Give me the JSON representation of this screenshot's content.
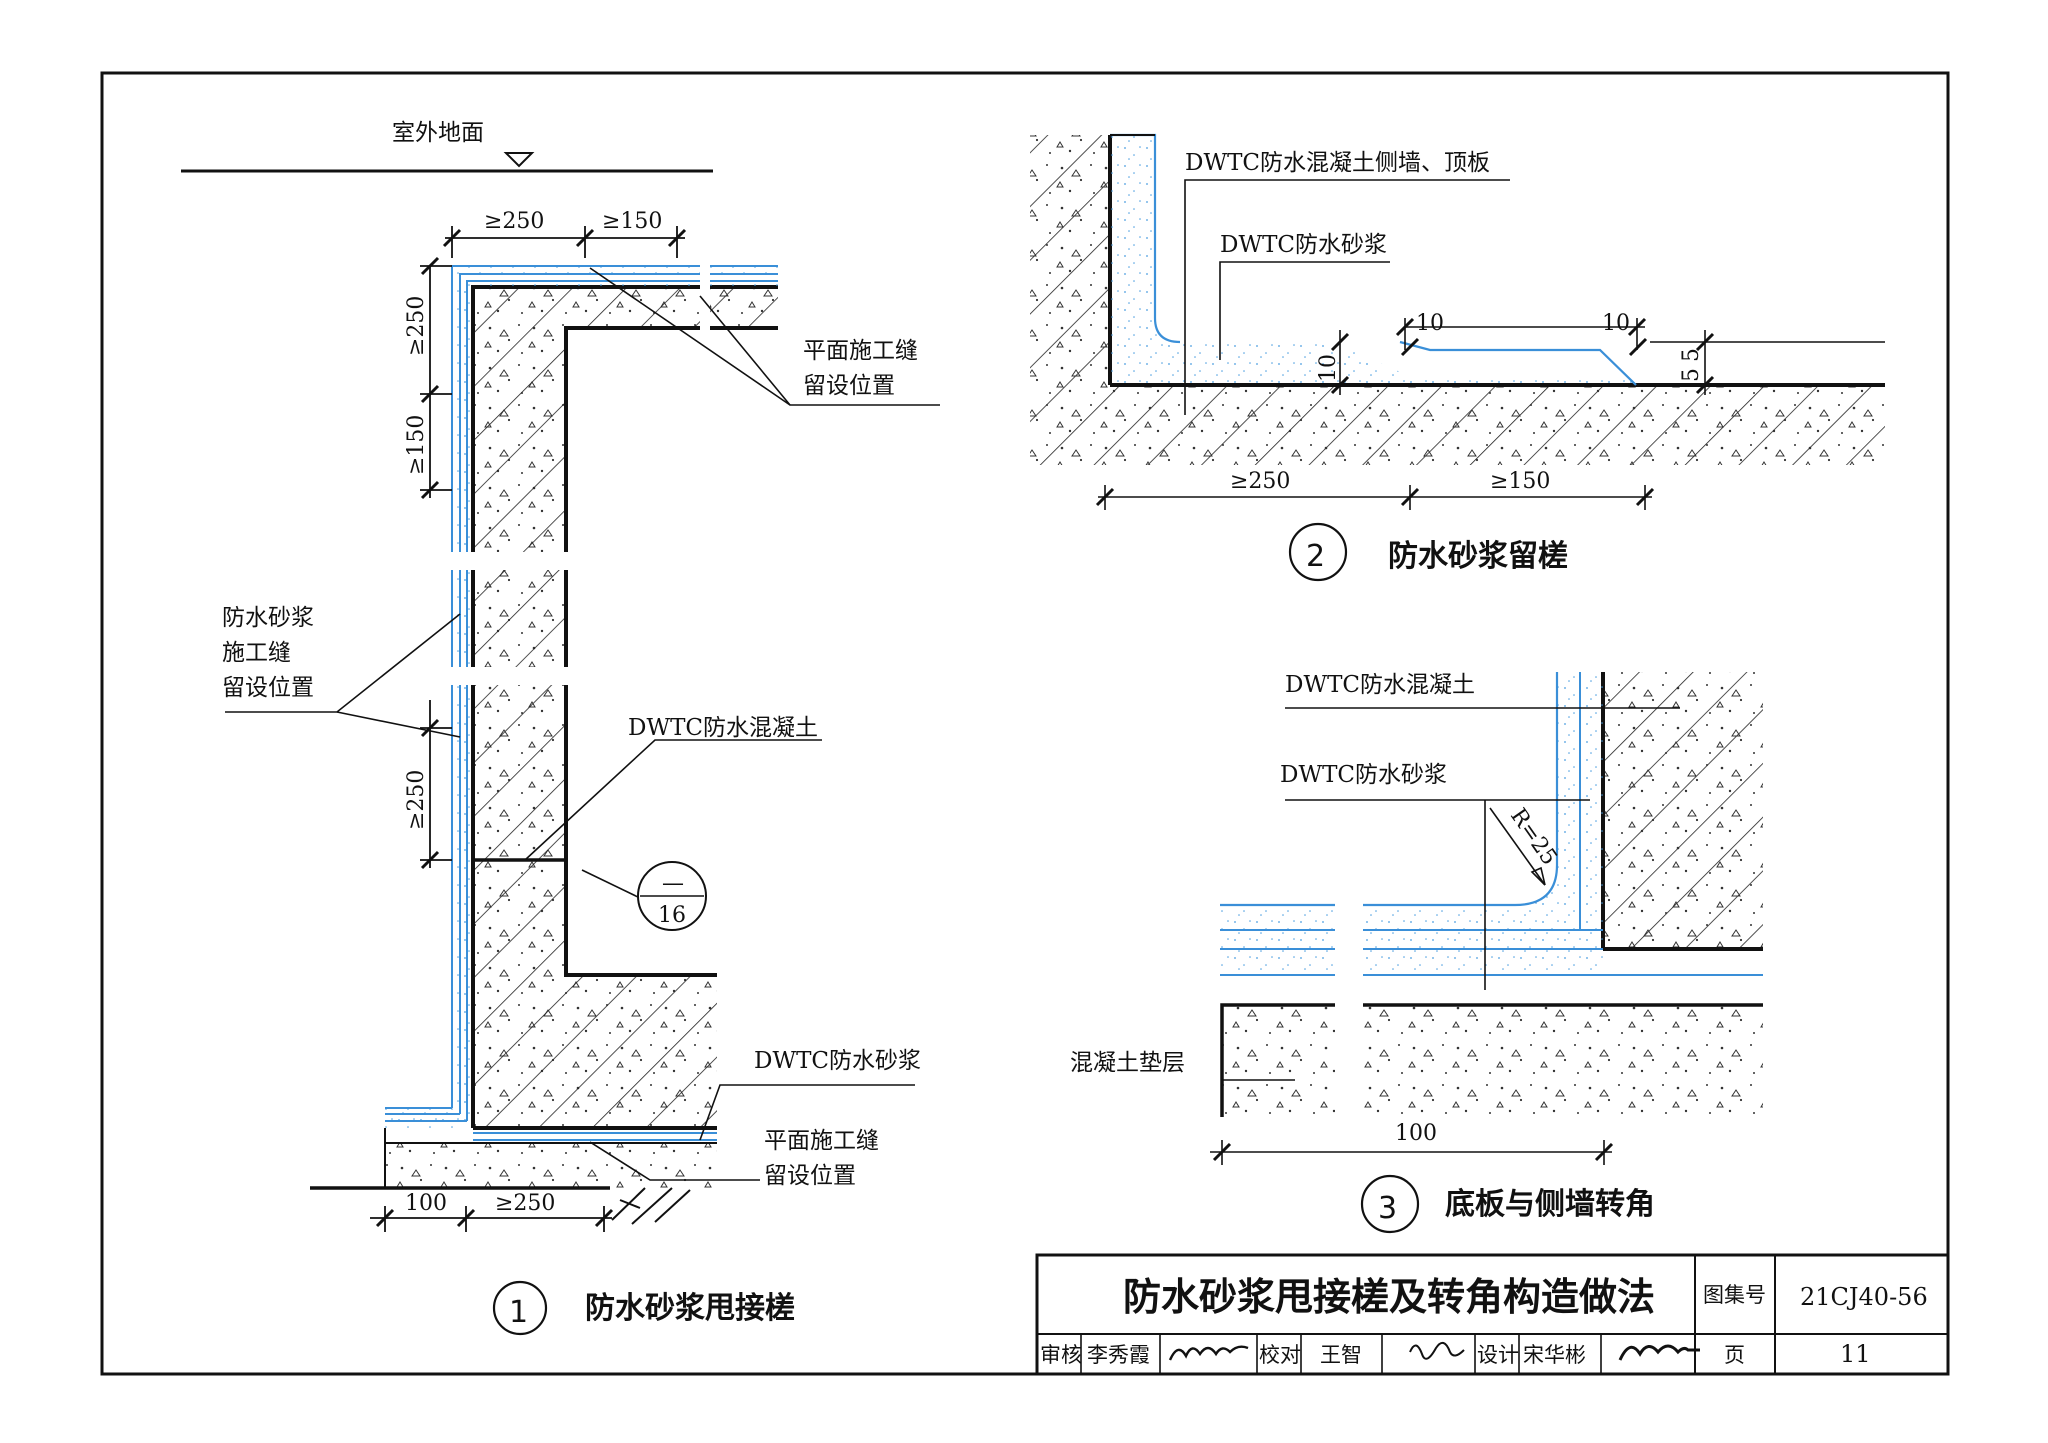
{
  "detail1": {
    "ground_label": "室外地面",
    "dims": {
      "top_250": "≥250",
      "top_150": "≥150",
      "left_250": "≥250",
      "left_150": "≥150",
      "left_250b": "≥250",
      "bottom_100": "100",
      "bottom_250": "≥250"
    },
    "joint_top_l1": "平面施工缝",
    "joint_top_l2": "留设位置",
    "mortar_joint_l1": "防水砂浆",
    "mortar_joint_l2": "施工缝",
    "mortar_joint_l3": "留设位置",
    "concrete_label": "DWTC防水混凝土",
    "ref_top": "—",
    "ref_bottom": "16",
    "mortar_label": "DWTC防水砂浆",
    "joint_bot_l1": "平面施工缝",
    "joint_bot_l2": "留设位置",
    "number": "1",
    "caption": "防水砂浆甩接槎"
  },
  "detail2": {
    "wall_label": "DWTC防水混凝土侧墙、顶板",
    "mortar_label": "DWTC防水砂浆",
    "dims": {
      "d10a": "10",
      "d10b": "10",
      "d10v": "10",
      "d5a": "5",
      "d5b": "5",
      "d250": "≥250",
      "d150": "≥150"
    },
    "number": "2",
    "caption": "防水砂浆留槎"
  },
  "detail3": {
    "concrete_label": "DWTC防水混凝土",
    "mortar_label": "DWTC防水砂浆",
    "radius": "R=25",
    "cushion_label": "混凝土垫层",
    "dim_100": "100",
    "number": "3",
    "caption": "底板与侧墙转角"
  },
  "title_block": {
    "title": "防水砂浆甩接槎及转角构造做法",
    "atlas_label": "图集号",
    "atlas_no": "21CJ40-56",
    "review_label": "审核",
    "reviewer": "李秀霞",
    "check_label": "校对",
    "checker": "王智",
    "design_label": "设计",
    "designer": "宋华彬",
    "page_label": "页",
    "page_no": "11"
  },
  "colors": {
    "line": "#111111",
    "mortar": "#3a8fd8",
    "speckle": "#4a9ee0"
  }
}
